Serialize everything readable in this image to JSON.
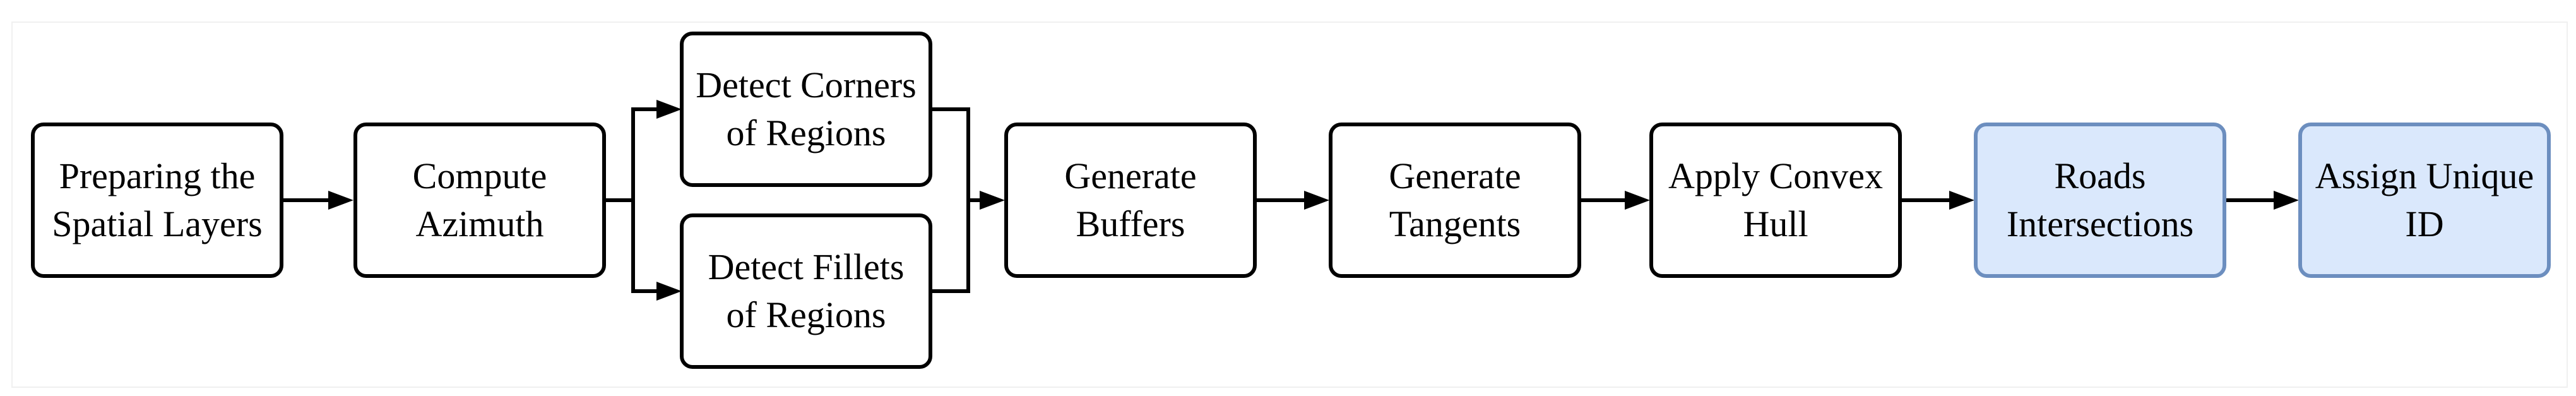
{
  "diagram": {
    "nodes": [
      {
        "id": "prep",
        "label": "Preparing the\nSpatial Layers"
      },
      {
        "id": "azimuth",
        "label": "Compute\nAzimuth"
      },
      {
        "id": "corners",
        "label": "Detect Corners\nof  Regions"
      },
      {
        "id": "fillets",
        "label": "Detect Fillets\nof  Regions"
      },
      {
        "id": "buffers",
        "label": "Generate\nBuffers"
      },
      {
        "id": "tangents",
        "label": "Generate\nTangents"
      },
      {
        "id": "hull",
        "label": "Apply Convex\nHull"
      },
      {
        "id": "roads",
        "label": "Roads\nIntersections"
      },
      {
        "id": "uid",
        "label": "Assign Unique\nID"
      }
    ],
    "edges": [
      {
        "from": "prep",
        "to": "azimuth"
      },
      {
        "from": "azimuth",
        "to": "corners"
      },
      {
        "from": "azimuth",
        "to": "fillets"
      },
      {
        "from": "corners",
        "to": "buffers"
      },
      {
        "from": "fillets",
        "to": "buffers"
      },
      {
        "from": "buffers",
        "to": "tangents"
      },
      {
        "from": "tangents",
        "to": "hull"
      },
      {
        "from": "hull",
        "to": "roads"
      },
      {
        "from": "roads",
        "to": "uid"
      }
    ],
    "colors": {
      "stroke": "#000000",
      "highlight_fill": "#dae8fc",
      "highlight_stroke": "#6c8ebf"
    },
    "highlighted": [
      "roads",
      "uid"
    ]
  }
}
